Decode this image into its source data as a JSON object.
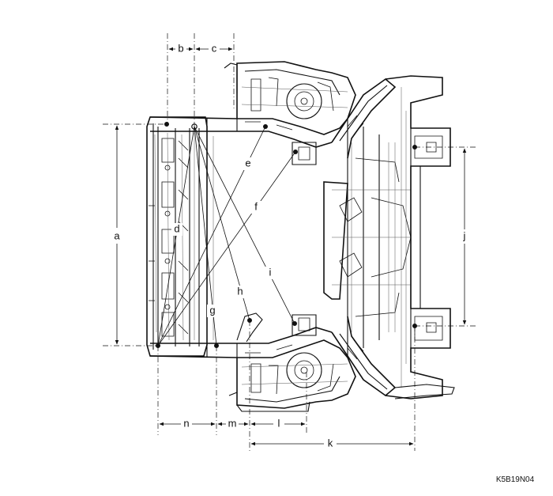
{
  "figure_code": "K5B19N04",
  "dimensions": {
    "a": "a",
    "b": "b",
    "c": "c",
    "d": "d",
    "e": "e",
    "f": "f",
    "g": "g",
    "h": "h",
    "i": "i",
    "j": "j",
    "k": "k",
    "l": "l",
    "m": "m",
    "n": "n"
  }
}
